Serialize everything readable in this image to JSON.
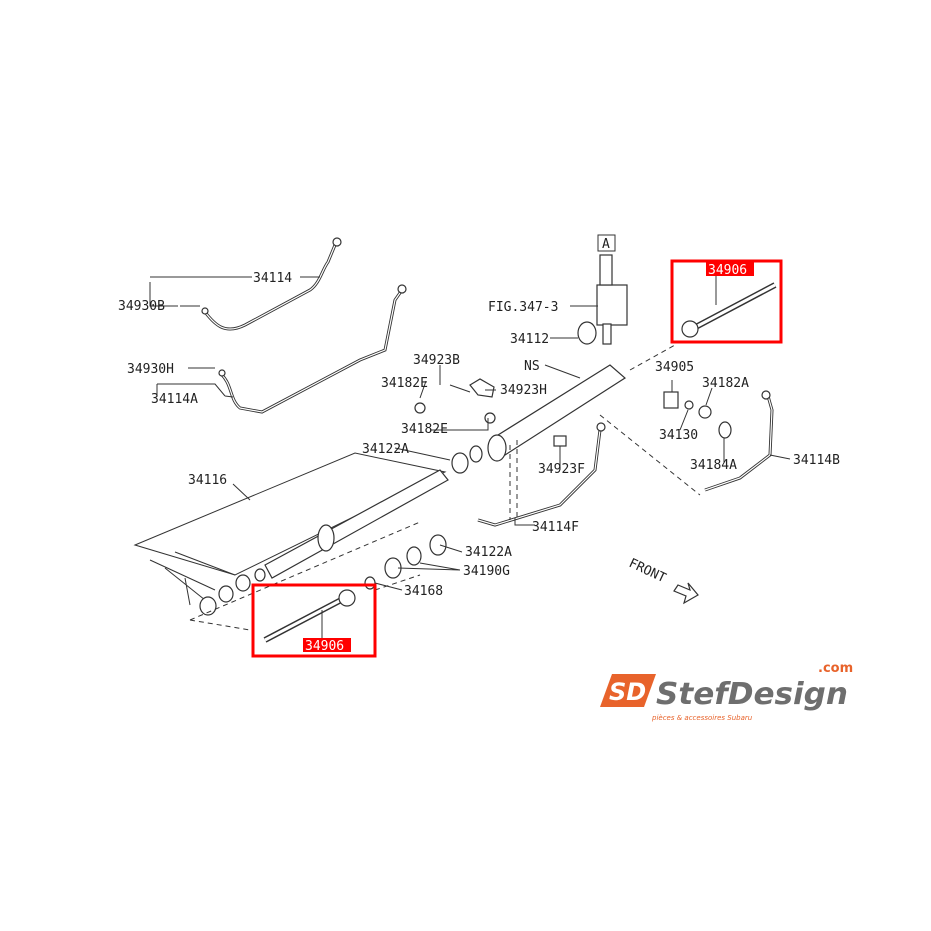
{
  "diagram": {
    "labels": {
      "ref_a": "A",
      "p34114": "34114",
      "p34930B": "34930B",
      "fig": "FIG.347-3",
      "p34112": "34112",
      "p34930H": "34930H",
      "ns": "NS",
      "p34923B": "34923B",
      "p34182E_1": "34182E",
      "p34923H": "34923H",
      "p34905": "34905",
      "p34182A": "34182A",
      "p34114A": "34114A",
      "p34182E_2": "34182E",
      "p34130": "34130",
      "p34122A_1": "34122A",
      "p34923F": "34923F",
      "p34184A": "34184A",
      "p34114B": "34114B",
      "p34116": "34116",
      "p34114F": "34114F",
      "p34122A_2": "34122A",
      "p34190G": "34190G",
      "front": "FRONT",
      "p34168": "34168",
      "p34906_top": "34906",
      "p34906_bottom": "34906"
    },
    "highlight_color": "#ff0000"
  },
  "logo": {
    "mark": "SD",
    "name": "StefDesign",
    "tld": ".com",
    "tagline": "pièces & accessoires Subaru",
    "colors": {
      "orange": "#e8632b",
      "gray": "#6e6e6e"
    }
  }
}
